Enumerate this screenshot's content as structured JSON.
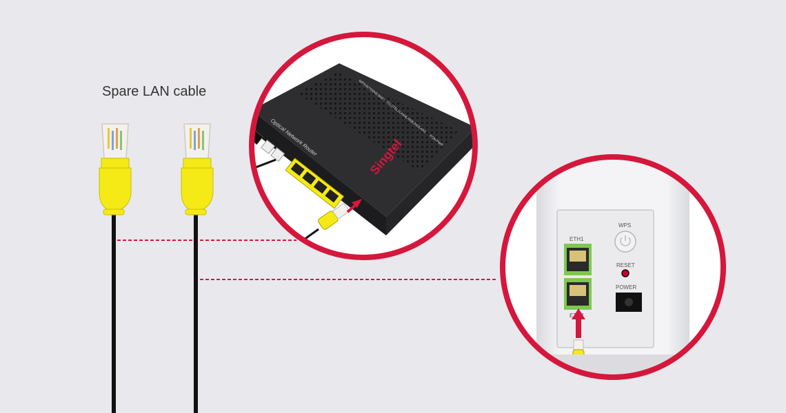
{
  "caption": "Spare LAN cable",
  "router": {
    "brand": "Singtel",
    "model_text": "Optical Network Router",
    "led_labels": [
      "PWR",
      "PON",
      "LAN1",
      "LAN2",
      "LAN3",
      "LAN4",
      "TEL1",
      "TEL2",
      "WIFI",
      "INTERNET",
      "WPS"
    ]
  },
  "mesh": {
    "wps": "WPS",
    "eth1": "ETH1",
    "eth2": "ETH2",
    "reset": "RESET",
    "power": "POWER"
  },
  "colors": {
    "background": "#e8e8ed",
    "circle_ring": "#d5173c",
    "connector": "#f5ea16",
    "cable": "#111111",
    "guide_line": "#d5173c",
    "router_body": "#2e2e30",
    "eth_port": "#7ec850"
  }
}
